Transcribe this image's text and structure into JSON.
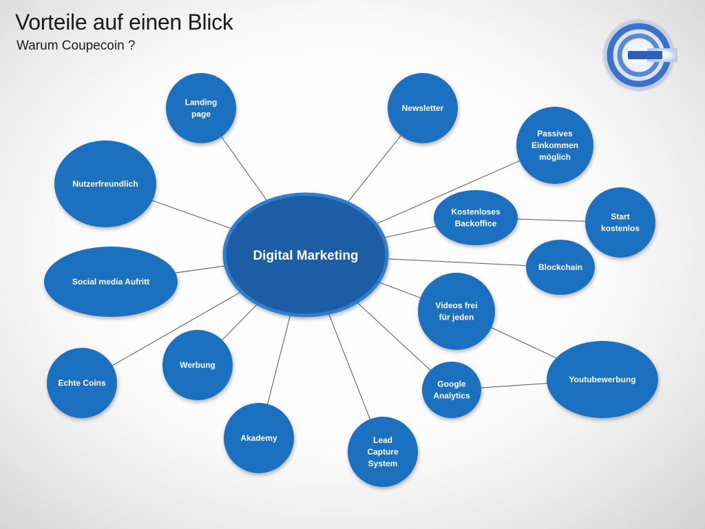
{
  "slide": {
    "title": "Vorteile auf einen Blick",
    "subtitle": "Warum Coupecoin ?",
    "logo_icon": "coupecoin-logo-icon"
  },
  "colors": {
    "node_fill": "#1d6fc0",
    "center_fill": "#1c5da6",
    "center_ring": "#2f7fd0",
    "connector": "#555555",
    "text": "#ffffff"
  },
  "diagram": {
    "center": {
      "id": "digital-marketing",
      "label": "Digital Marketing"
    },
    "nodes": [
      {
        "id": "landing-page",
        "label": [
          "Landing",
          "page"
        ]
      },
      {
        "id": "newsletter",
        "label": [
          "Newsletter"
        ]
      },
      {
        "id": "passives-einkommen",
        "label": [
          "Passives",
          "Einkommen",
          "möglich"
        ]
      },
      {
        "id": "nutzerfreundlich",
        "label": [
          "Nutzerfreundlich"
        ]
      },
      {
        "id": "kostenloses-backoffice",
        "label": [
          "Kostenloses",
          "Backoffice"
        ]
      },
      {
        "id": "start-kostenlos",
        "label": [
          "Start",
          "kostenlos"
        ]
      },
      {
        "id": "social-media-auftritt",
        "label": [
          "Social media Aufritt"
        ]
      },
      {
        "id": "blockchain",
        "label": [
          "Blockchain"
        ]
      },
      {
        "id": "videos-frei",
        "label": [
          "Videos frei",
          "für jeden"
        ]
      },
      {
        "id": "echte-coins",
        "label": [
          "Echte Coins"
        ]
      },
      {
        "id": "werbung",
        "label": [
          "Werbung"
        ]
      },
      {
        "id": "youtubewerbung",
        "label": [
          "Youtubewerbung"
        ]
      },
      {
        "id": "google-analytics",
        "label": [
          "Google",
          "Analytics"
        ]
      },
      {
        "id": "akademy",
        "label": [
          "Akademy"
        ]
      },
      {
        "id": "lead-capture-system",
        "label": [
          "Lead",
          "Capture",
          "System"
        ]
      }
    ],
    "edges": [
      [
        "digital-marketing",
        "landing-page"
      ],
      [
        "digital-marketing",
        "newsletter"
      ],
      [
        "digital-marketing",
        "passives-einkommen"
      ],
      [
        "digital-marketing",
        "nutzerfreundlich"
      ],
      [
        "digital-marketing",
        "kostenloses-backoffice"
      ],
      [
        "kostenloses-backoffice",
        "start-kostenlos"
      ],
      [
        "digital-marketing",
        "social-media-auftritt"
      ],
      [
        "digital-marketing",
        "blockchain"
      ],
      [
        "digital-marketing",
        "videos-frei"
      ],
      [
        "videos-frei",
        "youtubewerbung"
      ],
      [
        "digital-marketing",
        "echte-coins"
      ],
      [
        "digital-marketing",
        "werbung"
      ],
      [
        "digital-marketing",
        "google-analytics"
      ],
      [
        "google-analytics",
        "youtubewerbung"
      ],
      [
        "digital-marketing",
        "akademy"
      ],
      [
        "digital-marketing",
        "lead-capture-system"
      ]
    ]
  }
}
